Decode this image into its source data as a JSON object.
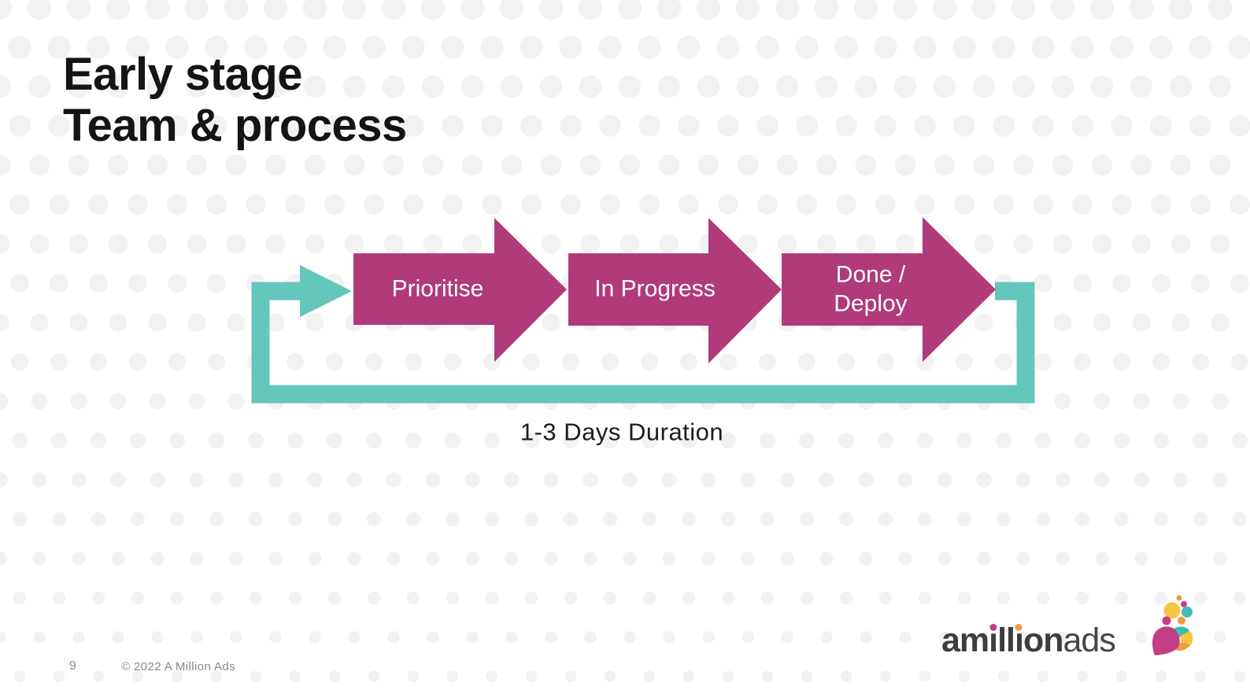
{
  "slide": {
    "title_line1": "Early stage",
    "title_line2": "Team & process",
    "page_number": "9",
    "copyright": "© 2022 A Million Ads"
  },
  "diagram": {
    "type": "process-loop",
    "steps": [
      {
        "label": "Prioritise"
      },
      {
        "label": "In Progress"
      },
      {
        "label": "Done /",
        "label2": "Deploy"
      }
    ],
    "caption": "1-3 Days Duration",
    "colors": {
      "arrow": "#b03a7a",
      "loop": "#65c6bb"
    }
  },
  "logo": {
    "word_pre": "am",
    "word_i1": "ı",
    "word_mid": "ll",
    "word_i2": "ı",
    "word_post": "on",
    "word_suffix": "ads",
    "dot_colors": {
      "i1": "#c23f85",
      "i2": "#ee9f3e"
    }
  }
}
